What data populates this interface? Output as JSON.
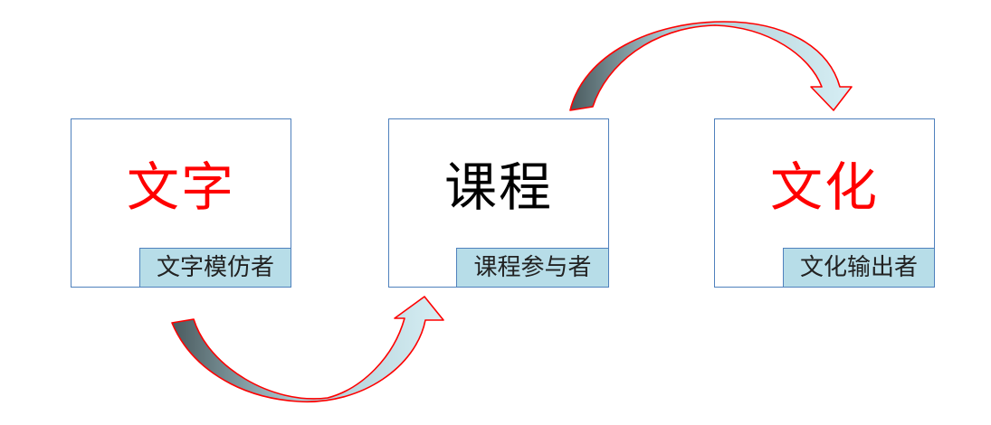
{
  "colors": {
    "box_border": "#4f81bd",
    "role_fill": "#b7dde8",
    "highlight_text": "#ff0000",
    "normal_text": "#000000",
    "arrow_outline": "#ff0000",
    "arrow_fill_light": "#d6eef4",
    "arrow_fill_dark": "#4a5a5e"
  },
  "stages": [
    {
      "title": "文字",
      "role": "文字模仿者",
      "title_color": "#ff0000"
    },
    {
      "title": "课程",
      "role": "课程参与者",
      "title_color": "#000000"
    },
    {
      "title": "文化",
      "role": "文化输出者",
      "title_color": "#ff0000"
    }
  ],
  "arrows": [
    {
      "from": "文字",
      "to": "课程",
      "style": "curved-block-arrow",
      "path": "below"
    },
    {
      "from": "课程",
      "to": "文化",
      "style": "curved-block-arrow",
      "path": "above"
    }
  ]
}
